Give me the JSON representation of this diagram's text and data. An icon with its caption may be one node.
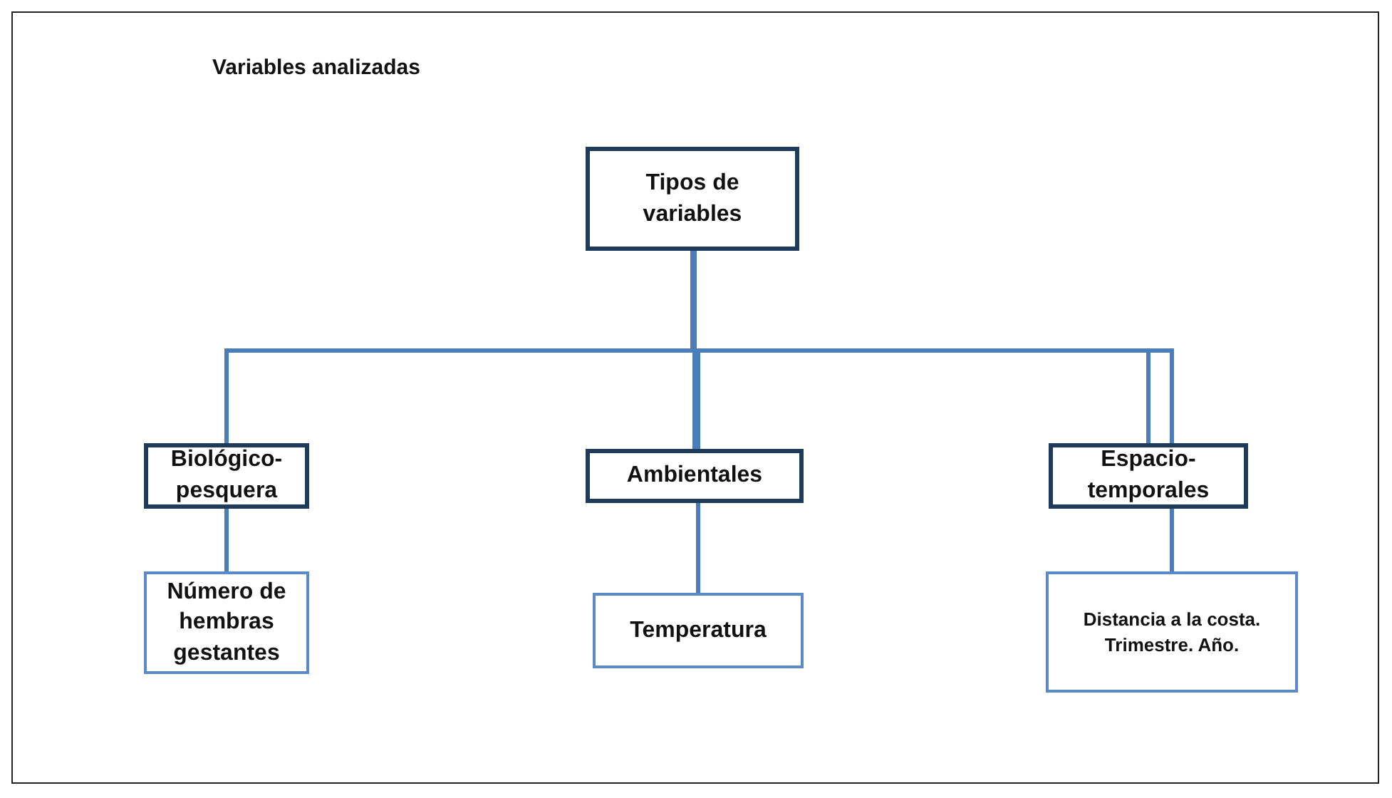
{
  "diagram": {
    "title": "Variables analizadas",
    "nodes": [
      {
        "text": [
          "Tipos de variables"
        ]
      },
      {
        "text": [
          "Biológico-pesquera"
        ]
      },
      {
        "text": [
          "Ambientales"
        ]
      },
      {
        "text": [
          "Espacio-temporales"
        ]
      },
      {
        "text": [
          "Número de hembras gestantes"
        ]
      },
      {
        "text": [
          "Temperatura"
        ]
      },
      {
        "text": [
          "Distancia a la costa. Trimestre. Año."
        ]
      }
    ],
    "edges": [
      {
        "from": 0,
        "to": 1,
        "arrow": "none"
      },
      {
        "from": 0,
        "to": 2,
        "arrow": "none"
      },
      {
        "from": 0,
        "to": 3,
        "arrow": "none"
      },
      {
        "from": 1,
        "to": 4,
        "arrow": "none"
      },
      {
        "from": 2,
        "to": 5,
        "arrow": "none"
      },
      {
        "from": 3,
        "to": 6,
        "arrow": "none"
      }
    ]
  }
}
